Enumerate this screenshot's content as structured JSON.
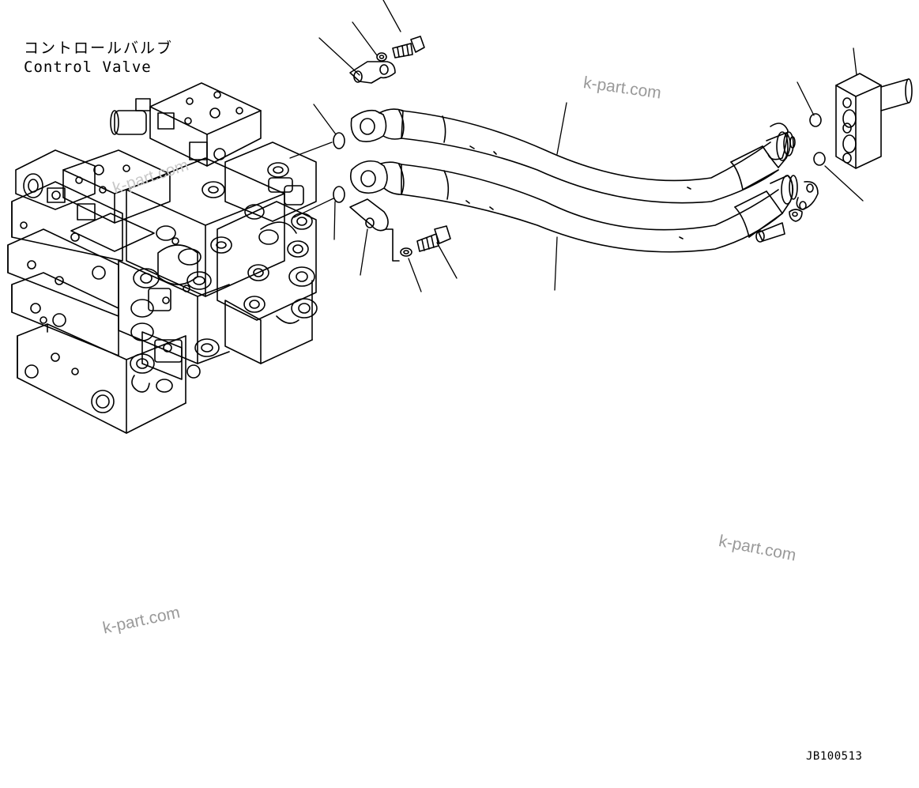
{
  "title_jp": "コントロールバルブ",
  "title_en": "Control Valve",
  "drawing_id": "JB100513",
  "watermark": "k-part.com",
  "colors": {
    "line": "#000000",
    "background": "#ffffff",
    "watermark": "#9a9a9a"
  }
}
